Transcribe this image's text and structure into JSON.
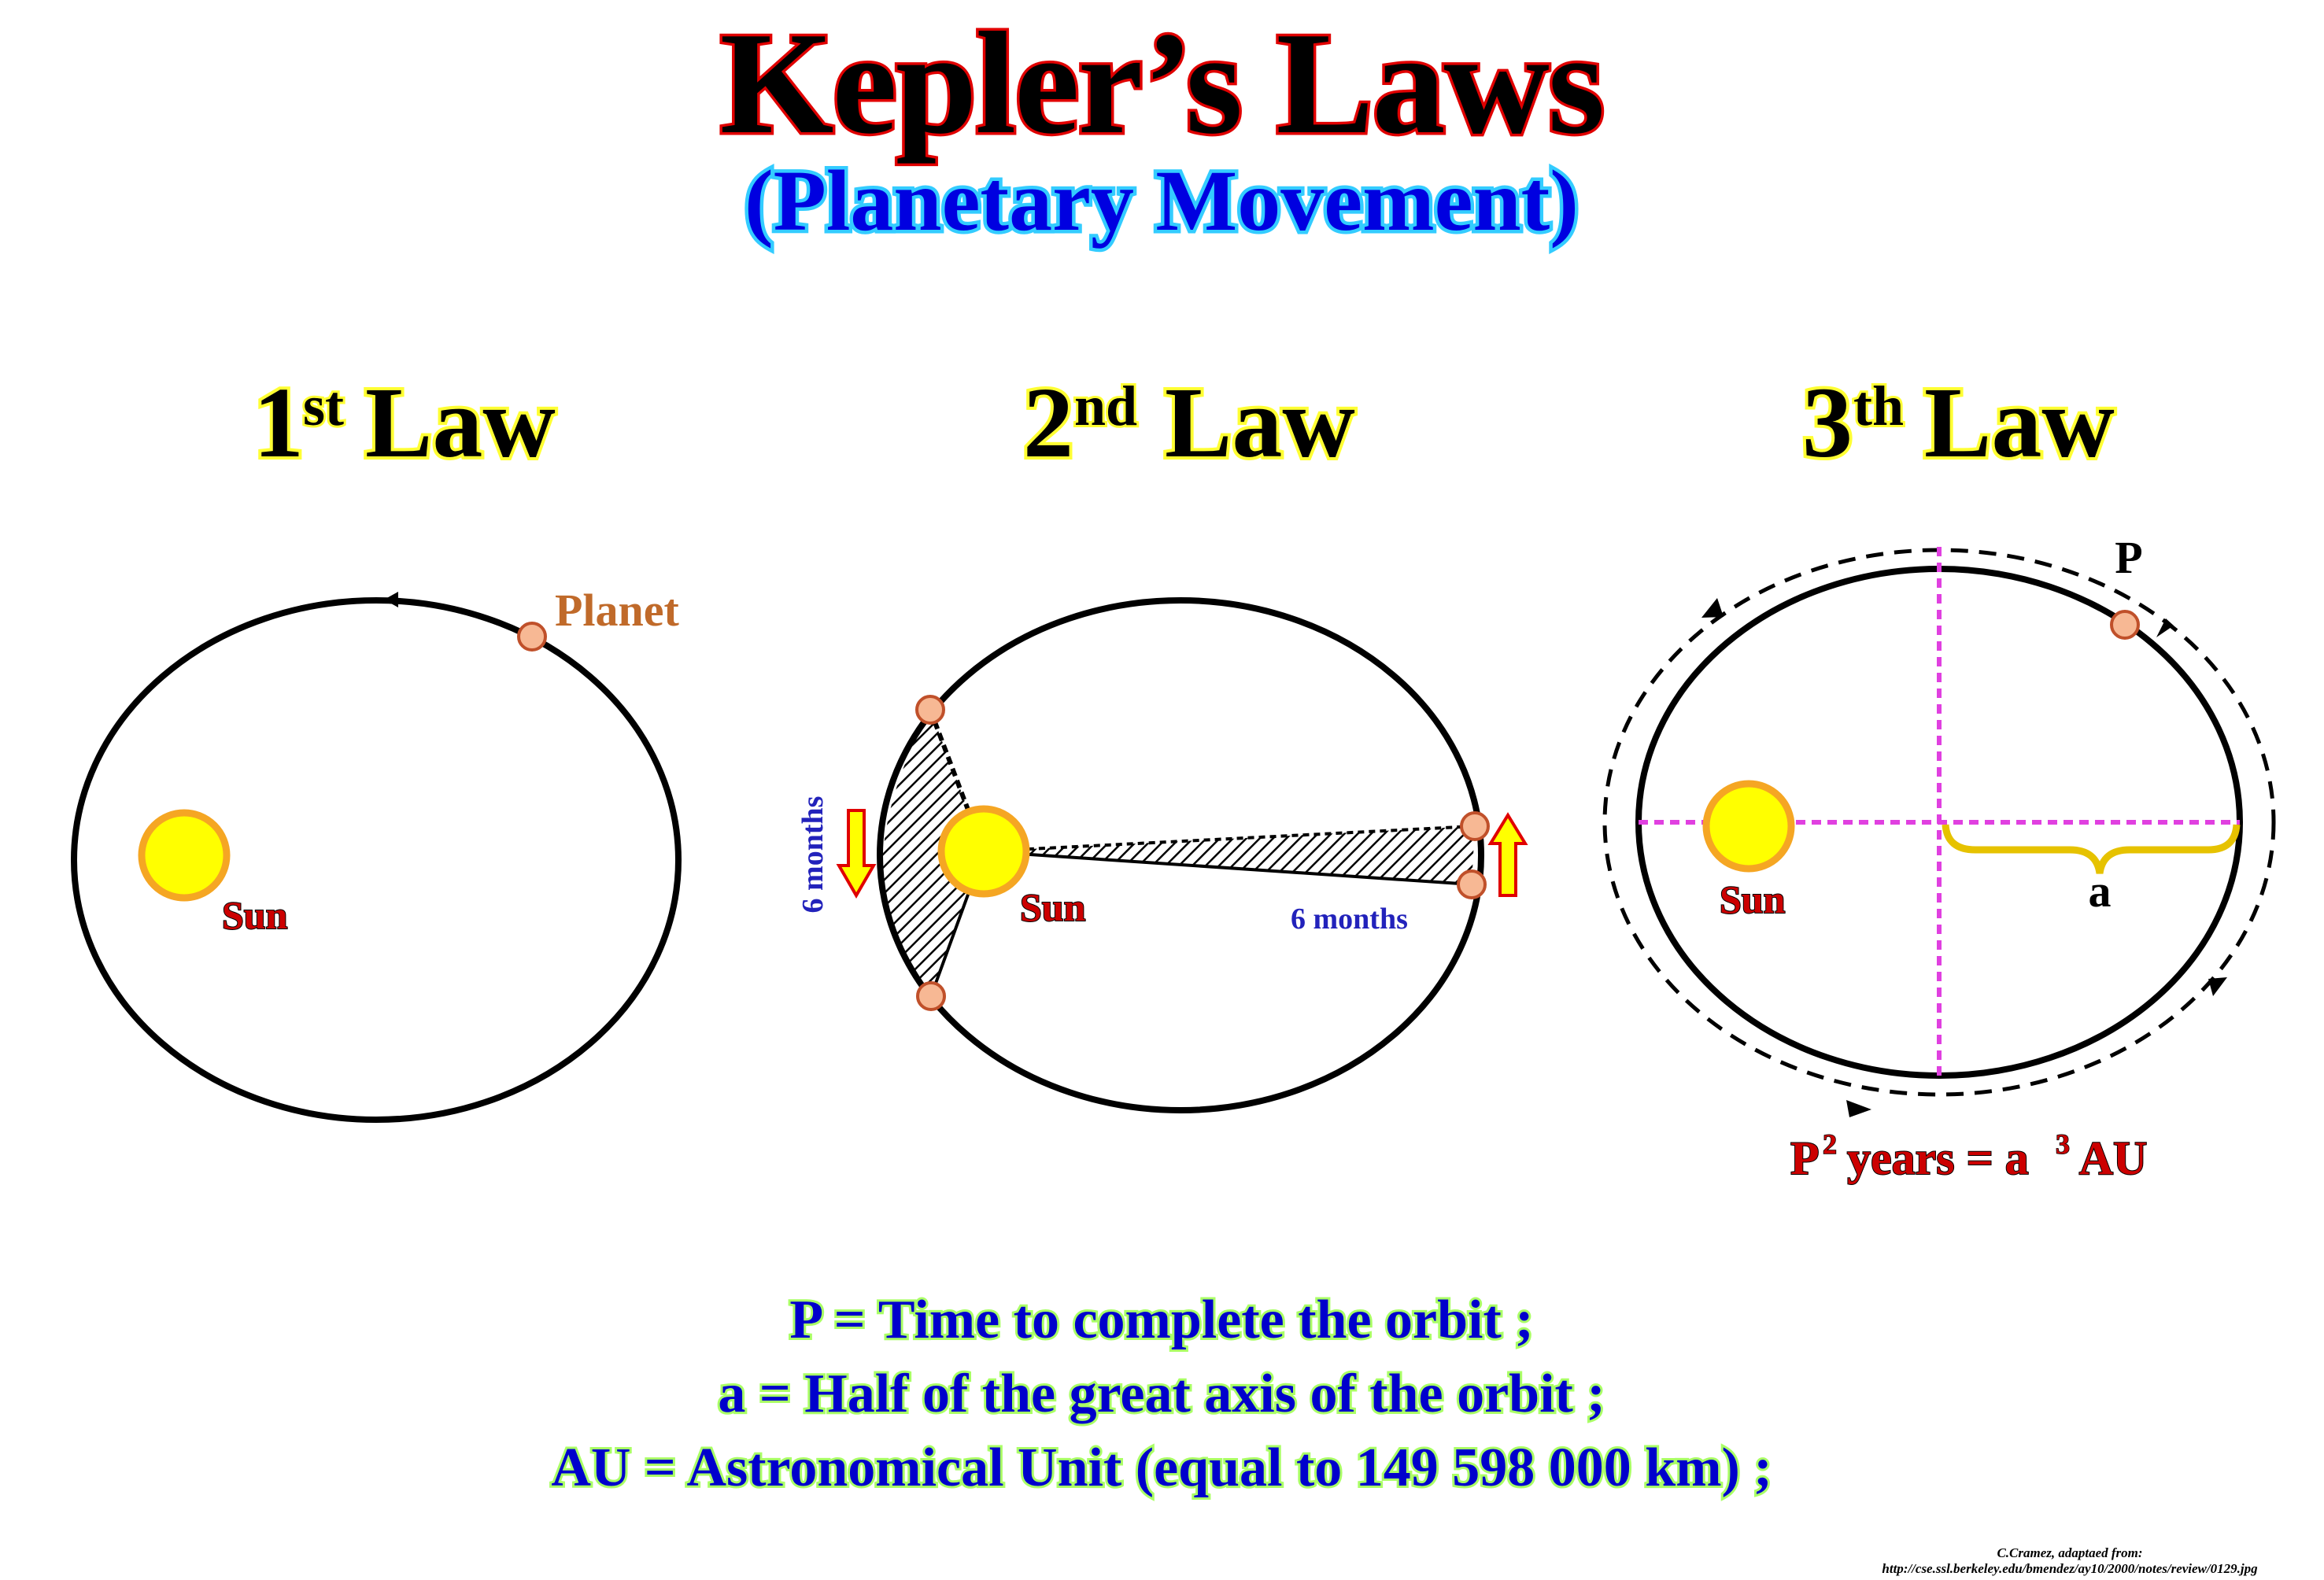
{
  "header": {
    "title": "Kepler’s Laws",
    "subtitle": "(Planetary Movement)"
  },
  "laws": [
    {
      "number": "1",
      "suffix": "st",
      "word": "Law"
    },
    {
      "number": "2",
      "suffix": "nd",
      "word": "Law"
    },
    {
      "number": "3",
      "suffix": "th",
      "word": "Law"
    }
  ],
  "first_law": {
    "sun_label": "Sun",
    "planet_label": "Planet"
  },
  "second_law": {
    "sun_label": "Sun",
    "left_interval": "6 months",
    "right_interval": "6 months"
  },
  "third_law": {
    "sun_label": "Sun",
    "period_label": "P",
    "semi_axis_label": "a",
    "formula": {
      "p": "P",
      "p_exp": "2",
      "years": " years = a",
      "a_exp": "3",
      "unit": " AU"
    }
  },
  "legend": [
    "P = Time to complete the orbit ;",
    "a = Half of the great axis of the orbit ;",
    "AU = Astronomical Unit (equal to 149 598 000 km) ;"
  ],
  "credit": {
    "line1": "C.Cramez, adaptaed from:",
    "line2": "http://cse.ssl.berkeley.edu/bmendez/ay10/2000/notes/review/0129.jpg"
  },
  "colors": {
    "sun_fill": "#ffff00",
    "sun_ring": "#f5a623",
    "planet_fill": "#f7b894",
    "planet_ring": "#c0502a",
    "axis_dash": "#e040e0"
  }
}
